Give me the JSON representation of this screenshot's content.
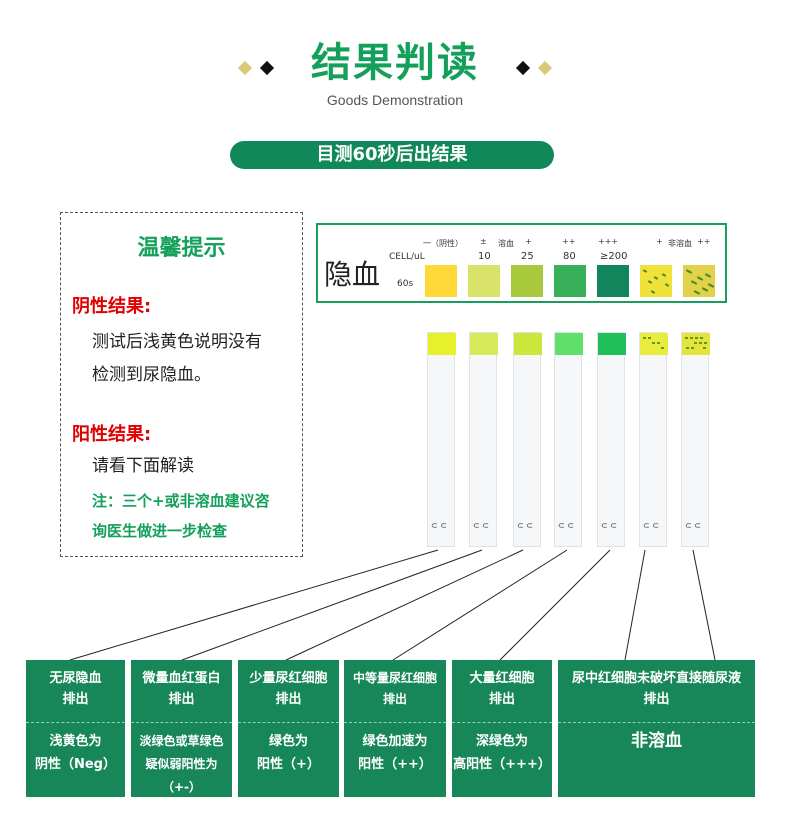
{
  "header": {
    "title": "结果判读",
    "subtitle": "Goods Demonstration",
    "banner": "目测60秒后出结果"
  },
  "tips": {
    "title": "温馨提示",
    "negative_heading": "阴性结果:",
    "negative_line1": "测试后浅黄色说明没有",
    "negative_line2": "检测到尿隐血。",
    "positive_heading": "阳性结果:",
    "positive_text": "请看下面解读",
    "note_line1": "注：三个+或非溶血建议咨",
    "note_line2": "询医生做进一步检查"
  },
  "color_chart": {
    "label": "隐血",
    "unit": "CELL/uL",
    "time": "60s",
    "top_labels": [
      "一（阴性）",
      "±",
      "溶血",
      "+",
      "++",
      "+++",
      "+",
      "非溶血",
      "++"
    ],
    "values": [
      "10",
      "25",
      "80",
      "≥200"
    ],
    "swatch_colors": [
      "#ffd83a",
      "#d9e36a",
      "#a9c93d",
      "#38b05a",
      "#12855d",
      "#efe23a",
      "#e1d24a"
    ]
  },
  "strips": {
    "pad_colors": [
      "#e8f02a",
      "#d7ea5a",
      "#cde63a",
      "#5fe06a",
      "#1fbf5a",
      "#e9ec3a",
      "#e6e43a"
    ]
  },
  "cards": [
    {
      "title_line1": "无尿隐血",
      "title_line2": "排出",
      "desc_line1": "浅黄色为",
      "desc_line2": "阴性（Neg）",
      "desc_line3": ""
    },
    {
      "title_line1": "微量血红蛋白",
      "title_line2": "排出",
      "desc_line1": "淡绿色或草绿色",
      "desc_line2": "疑似弱阳性为",
      "desc_line3": "（+-）"
    },
    {
      "title_line1": "少量尿红细胞",
      "title_line2": "排出",
      "desc_line1": "绿色为",
      "desc_line2": "阳性（+）",
      "desc_line3": ""
    },
    {
      "title_line1": "中等量尿红细胞",
      "title_line2": "排出",
      "desc_line1": "绿色加速为",
      "desc_line2": "阳性（++）",
      "desc_line3": ""
    },
    {
      "title_line1": "大量红细胞",
      "title_line2": "排出",
      "desc_line1": "深绿色为",
      "desc_line2": "高阳性（+++）",
      "desc_line3": ""
    },
    {
      "title_line1": "尿中红细胞未破坏直接随尿液",
      "title_line2": "排出",
      "desc_line1": "非溶血",
      "desc_line2": "",
      "desc_line3": ""
    }
  ],
  "colors": {
    "brand_green": "#14a05a",
    "card_green": "#17875a",
    "alert_red": "#e10000"
  }
}
